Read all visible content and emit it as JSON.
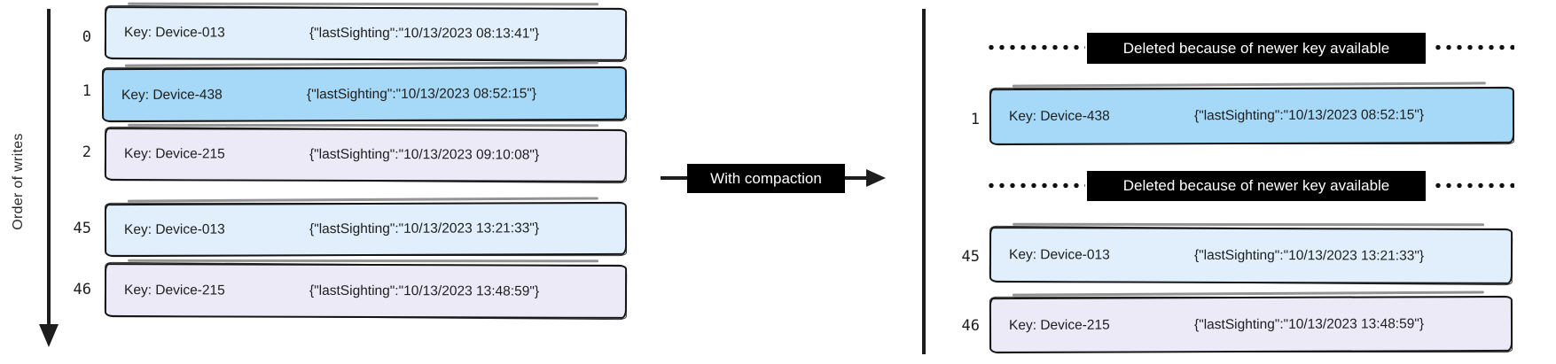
{
  "axis": {
    "label": "Order of writes"
  },
  "compaction": {
    "label": "With compaction"
  },
  "deleted": {
    "label": "Deleted because of newer key available"
  },
  "left_rows": [
    {
      "index": "0",
      "key": "Key: Device-013",
      "value": "{\"lastSighting\":\"10/13/2023 08:13:41\"}",
      "variant": "lightblue"
    },
    {
      "index": "1",
      "key": "Key: Device-438",
      "value": "{\"lastSighting\":\"10/13/2023 08:52:15\"}",
      "variant": "blue"
    },
    {
      "index": "2",
      "key": "Key: Device-215",
      "value": "{\"lastSighting\":\"10/13/2023 09:10:08\"}",
      "variant": "lavender"
    },
    {
      "index": "45",
      "key": "Key: Device-013",
      "value": "{\"lastSighting\":\"10/13/2023 13:21:33\"}",
      "variant": "lightblue"
    },
    {
      "index": "46",
      "key": "Key: Device-215",
      "value": "{\"lastSighting\":\"10/13/2023 13:48:59\"}",
      "variant": "lavender"
    }
  ],
  "right_rows": [
    {
      "index": "1",
      "key": "Key: Device-438",
      "value": "{\"lastSighting\":\"10/13/2023 08:52:15\"}",
      "variant": "blue"
    },
    {
      "index": "45",
      "key": "Key: Device-013",
      "value": "{\"lastSighting\":\"10/13/2023 13:21:33\"}",
      "variant": "lightblue"
    },
    {
      "index": "46",
      "key": "Key: Device-215",
      "value": "{\"lastSighting\":\"10/13/2023 13:48:59\"}",
      "variant": "lavender"
    }
  ],
  "colors": {
    "record_lightblue": "#e0effb",
    "record_blue": "#a6d8f7",
    "record_lavender": "#edeaf8",
    "ink": "#161616",
    "label_bg": "#000000",
    "label_text": "#ffffff"
  }
}
